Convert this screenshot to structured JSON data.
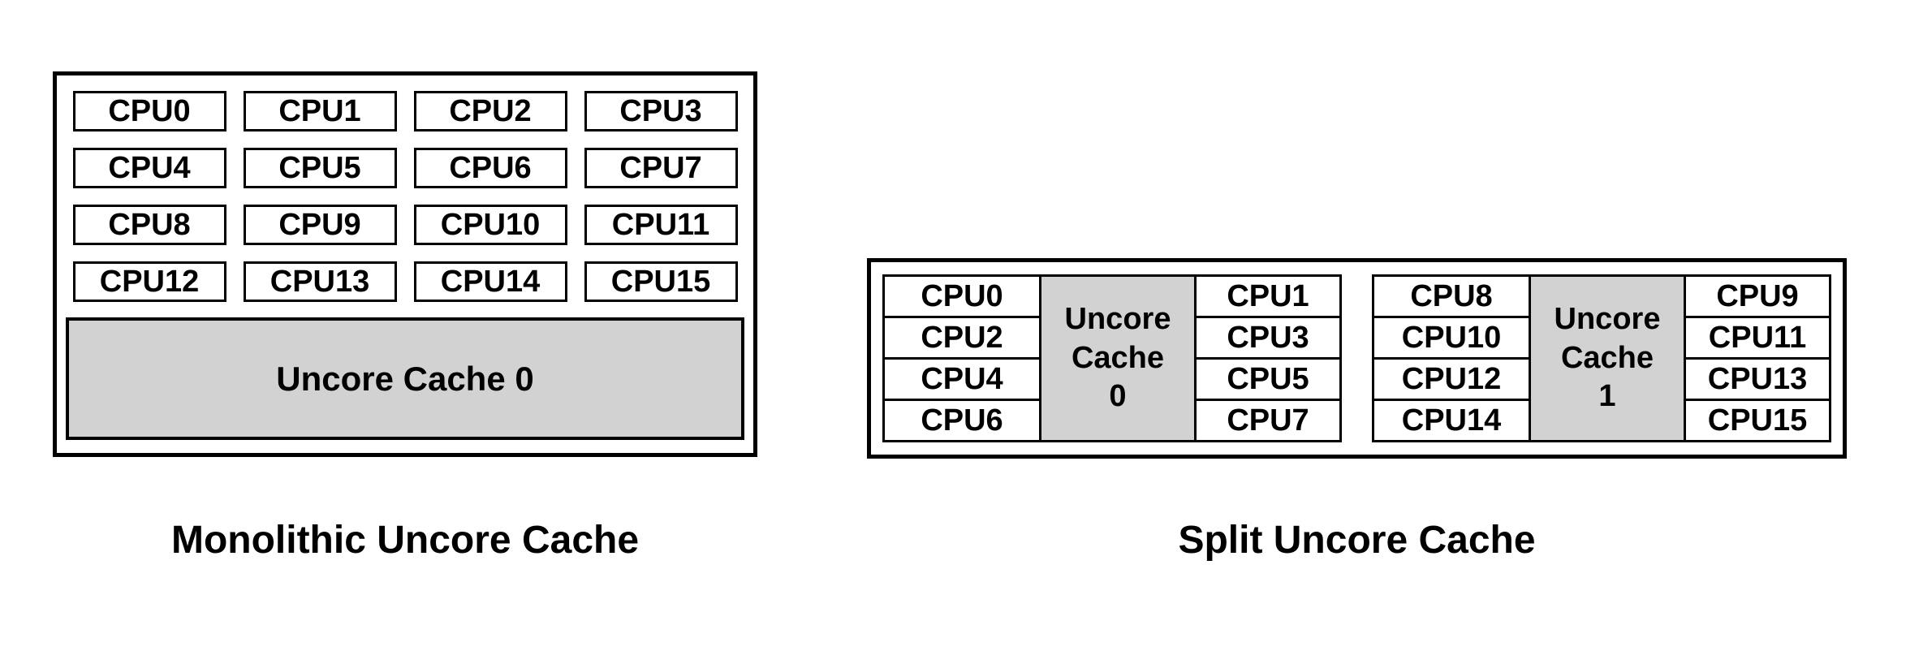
{
  "colors": {
    "background": "#ffffff",
    "border": "#000000",
    "text": "#000000",
    "cache_fill": "#d2d2d2"
  },
  "monolithic": {
    "label": "Monolithic Uncore Cache",
    "cpus": [
      "CPU0",
      "CPU1",
      "CPU2",
      "CPU3",
      "CPU4",
      "CPU5",
      "CPU6",
      "CPU7",
      "CPU8",
      "CPU9",
      "CPU10",
      "CPU11",
      "CPU12",
      "CPU13",
      "CPU14",
      "CPU15"
    ],
    "cache_label": "Uncore Cache 0"
  },
  "split": {
    "label": "Split Uncore Cache",
    "clusters": [
      {
        "left_cpus": [
          "CPU0",
          "CPU2",
          "CPU4",
          "CPU6"
        ],
        "cache_lines": [
          "Uncore",
          "Cache",
          "0"
        ],
        "cache_label": "Uncore Cache 0",
        "right_cpus": [
          "CPU1",
          "CPU3",
          "CPU5",
          "CPU7"
        ]
      },
      {
        "left_cpus": [
          "CPU8",
          "CPU10",
          "CPU12",
          "CPU14"
        ],
        "cache_lines": [
          "Uncore",
          "Cache",
          "1"
        ],
        "cache_label": "Uncore Cache 1",
        "right_cpus": [
          "CPU9",
          "CPU11",
          "CPU13",
          "CPU15"
        ]
      }
    ]
  }
}
